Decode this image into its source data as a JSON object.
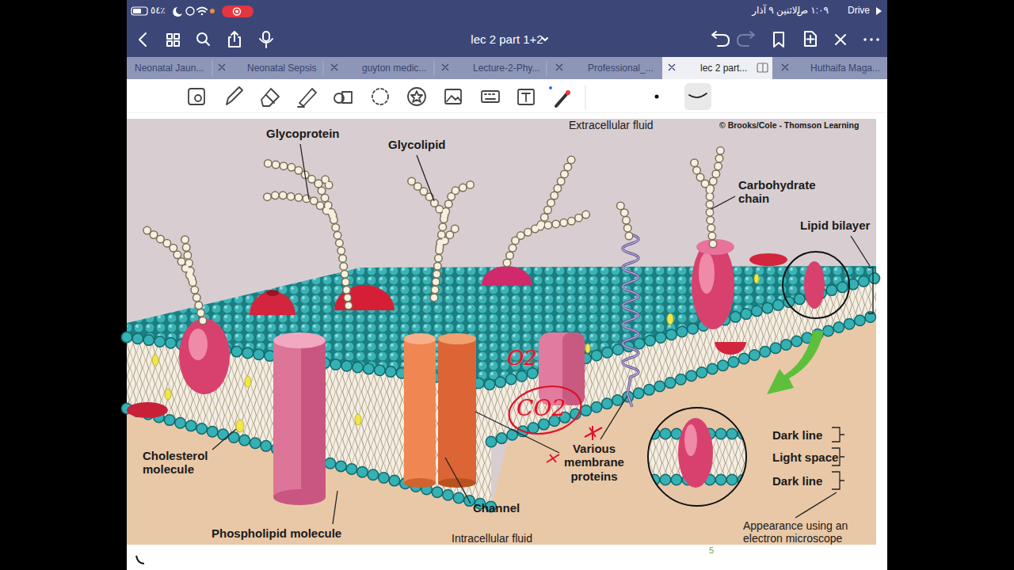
{
  "diagram": {
    "title": "lec 2 part 1+2",
    "nodes": [
      {
        "text": [
          "Neonatal Jaun..."
        ]
      },
      {
        "text": [
          "Neonatal Sepsis"
        ]
      },
      {
        "text": [
          "guyton medic..."
        ]
      },
      {
        "text": [
          "Lecture-2-Phy..."
        ]
      },
      {
        "text": [
          "Professional_..."
        ]
      },
      {
        "text": [
          "lec 2 part..."
        ]
      },
      {
        "text": [
          "Huthaifa Maga..."
        ]
      }
    ],
    "labels": [
      "٥٤٪",
      "١:٠٩ ص",
      "الاثنين ٩ آذار",
      "Drive",
      "Glycoprotein",
      "Glycolipid",
      "Extracellular fluid",
      "© Brooks/Cole - Thomson Learning",
      "Carbohydrate chain",
      "Lipid bilayer",
      "O2",
      "CO2",
      "Various membrane proteins",
      "Dark line",
      "Light space",
      "Dark line",
      "Cholesterol molecule",
      "Channel",
      "Phospholipid molecule",
      "Intracellular fluid",
      "Appearance using an electron microscope",
      "5"
    ]
  }
}
